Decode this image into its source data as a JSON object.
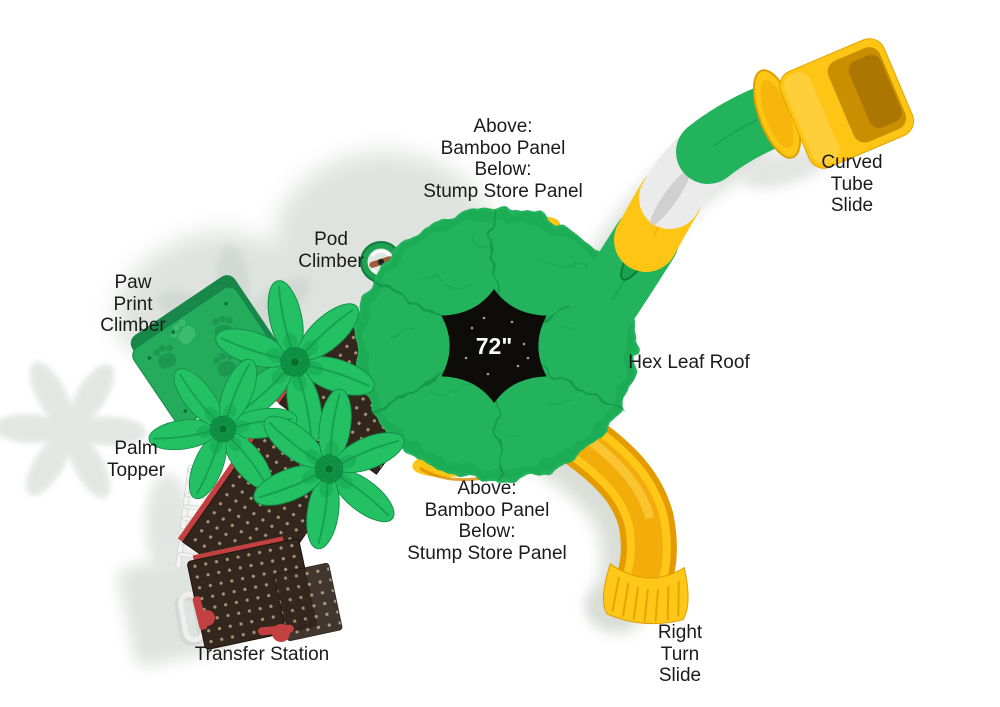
{
  "labels": {
    "panel_top": "Above:\nBamboo Panel\nBelow:\nStump Store Panel",
    "curved_tube_slide": "Curved\nTube\nSlide",
    "pod_climber": "Pod\nClimber",
    "paw_print_climber": "Paw\nPrint\nClimber",
    "hex_leaf_roof": "Hex Leaf Roof",
    "palm_topper": "Palm\nTopper",
    "panel_bottom": "Above:\nBamboo Panel\nBelow:\nStump Store Panel",
    "right_turn_slide": "Right\nTurn\nSlide",
    "transfer_station": "Transfer Station",
    "roof_size": "72\""
  },
  "colors": {
    "green": "#23b35c",
    "green_dark": "#0e8a41",
    "yellow": "#ffc515",
    "yellow_dark": "#e39b00",
    "deck_brown": "#33271d",
    "red_accent": "#c24040",
    "text": "#1b1b1b",
    "shadow": "#dfe3df",
    "tube_white": "#ebebeb",
    "hole_black": "#0d0c08"
  }
}
